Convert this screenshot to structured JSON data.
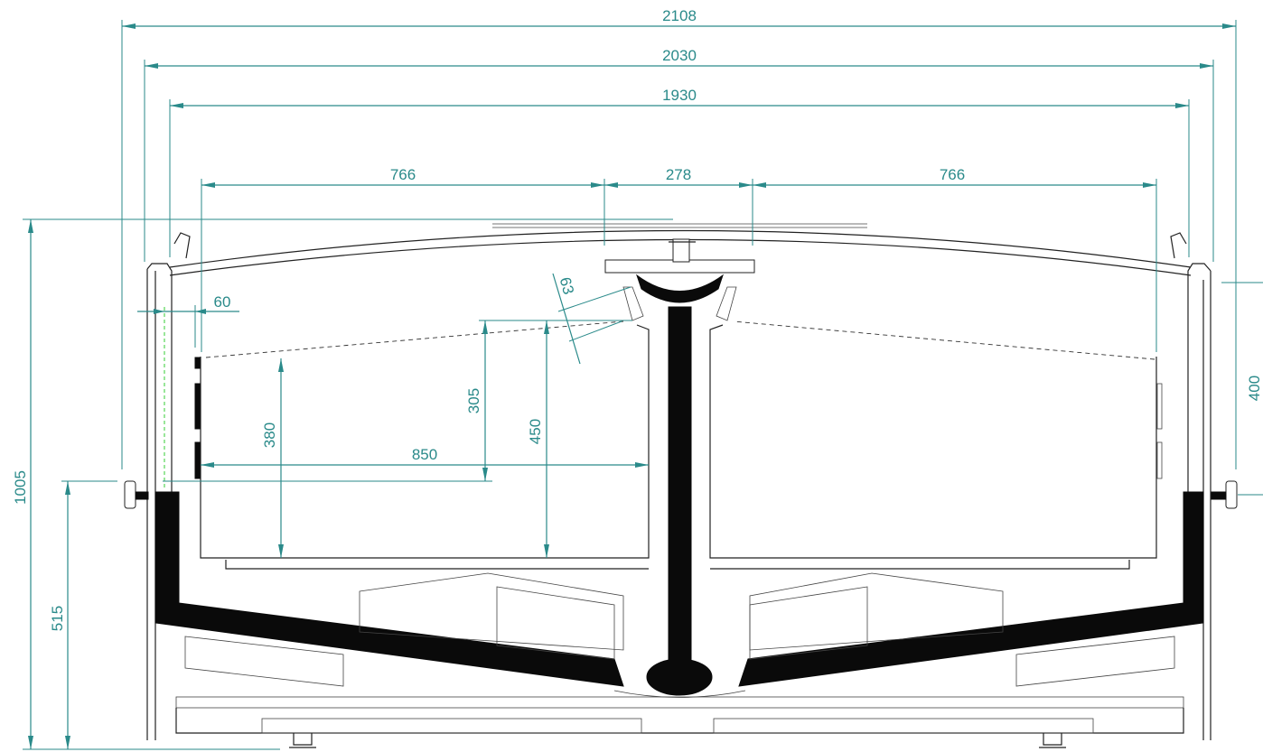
{
  "drawing": {
    "dimensions": {
      "overall_width": "2108",
      "body_width": "2030",
      "inner_width": "1930",
      "left_well_width": "766",
      "center_width": "278",
      "right_well_width": "766",
      "side_offset": "60",
      "angle_dim": "63",
      "well_length": "850",
      "front_depth": "380",
      "back_depth": "305",
      "max_depth": "450",
      "total_height": "1005",
      "rim_height": "515",
      "right_height": "400"
    }
  }
}
